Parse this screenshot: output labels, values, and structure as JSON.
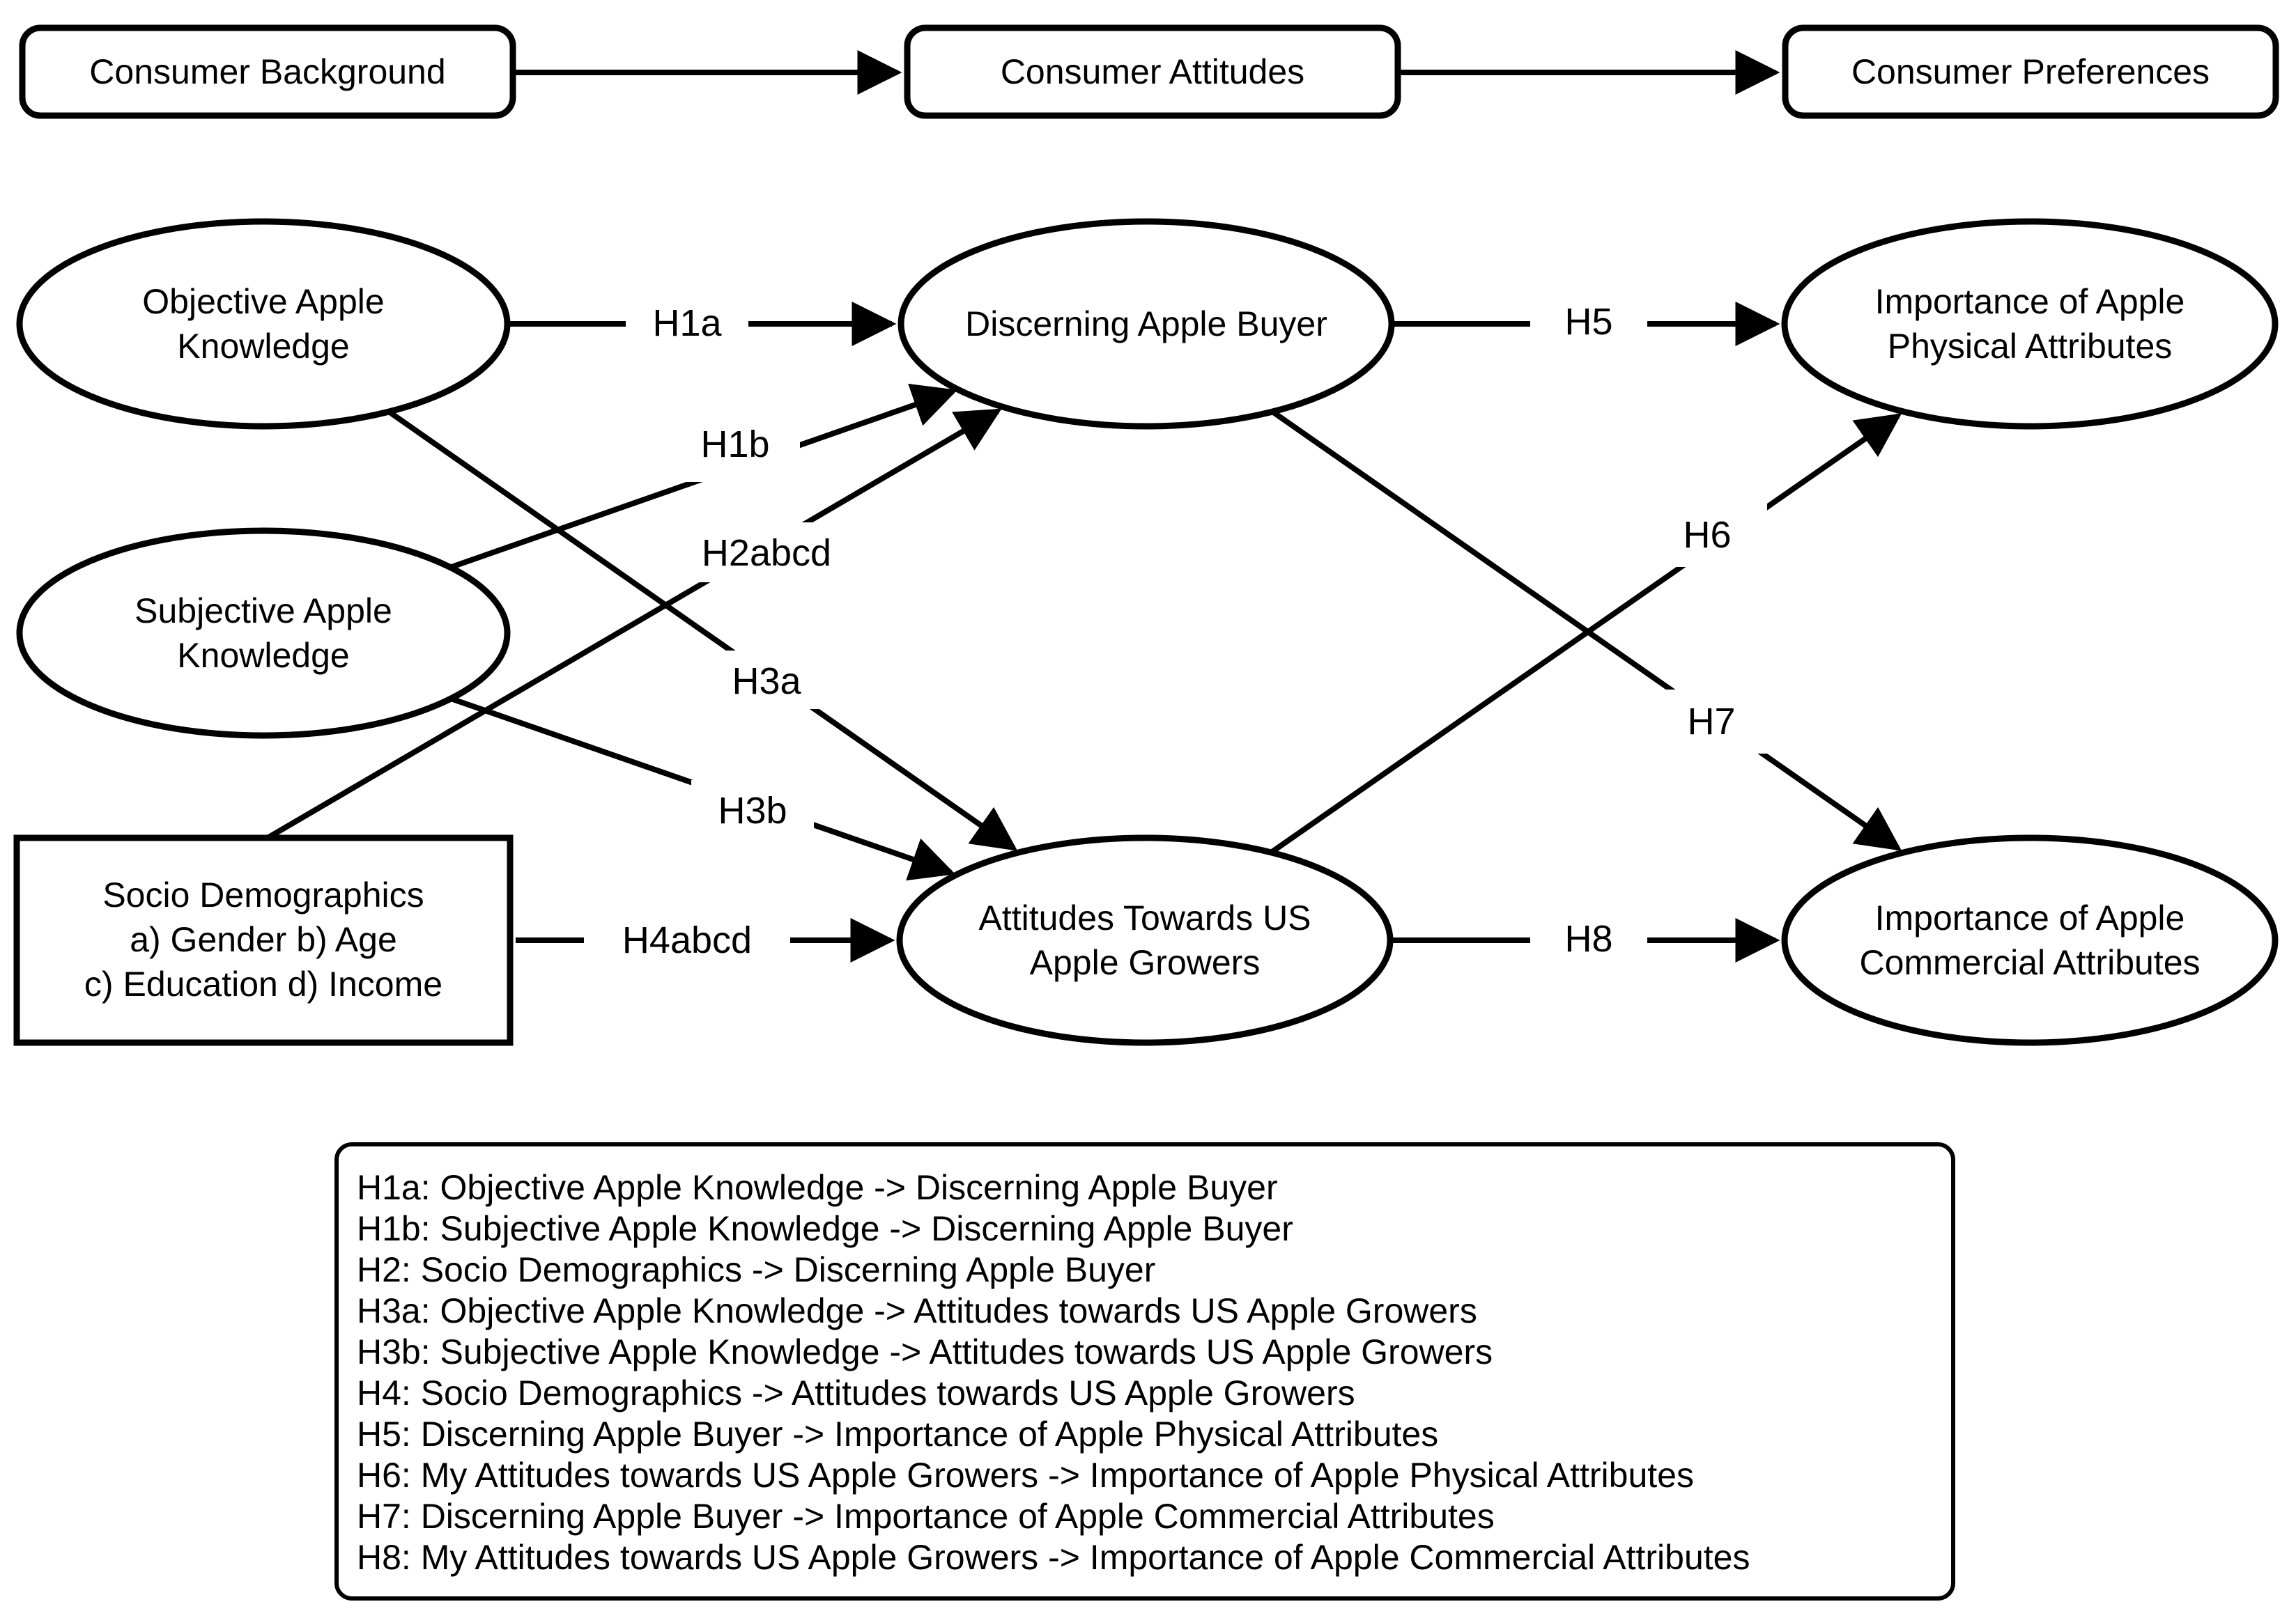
{
  "colors": {
    "ink": "#000000",
    "background": "#ffffff"
  },
  "top_flow": {
    "background_label": "Consumer Background",
    "attitudes_label": "Consumer Attitudes",
    "preferences_label": "Consumer Preferences"
  },
  "nodes": {
    "objective_apple_knowledge": {
      "line1": "Objective Apple",
      "line2": "Knowledge"
    },
    "subjective_apple_knowledge": {
      "line1": "Subjective Apple",
      "line2": "Knowledge"
    },
    "socio_demographics": {
      "line1": "Socio Demographics",
      "line2": "a) Gender b) Age",
      "line3": "c) Education d) Income"
    },
    "discerning_apple_buyer": {
      "line1": "Discerning Apple Buyer"
    },
    "attitudes_us_growers": {
      "line1": "Attitudes Towards US",
      "line2": "Apple Growers"
    },
    "importance_physical": {
      "line1": "Importance of Apple",
      "line2": "Physical Attributes"
    },
    "importance_commercial": {
      "line1": "Importance of Apple",
      "line2": "Commercial Attributes"
    }
  },
  "edge_labels": {
    "h1a": "H1a",
    "h1b": "H1b",
    "h2": "H2abcd",
    "h3a": "H3a",
    "h3b": "H3b",
    "h4": "H4abcd",
    "h5": "H5",
    "h6": "H6",
    "h7": "H7",
    "h8": "H8"
  },
  "legend": {
    "items": [
      "H1a: Objective Apple Knowledge -> Discerning Apple Buyer",
      "H1b: Subjective Apple Knowledge -> Discerning Apple Buyer",
      "H2: Socio Demographics -> Discerning Apple Buyer",
      "H3a: Objective Apple Knowledge -> Attitudes towards US Apple Growers",
      "H3b: Subjective Apple Knowledge -> Attitudes towards US Apple Growers",
      "H4: Socio Demographics -> Attitudes towards US Apple Growers",
      "H5: Discerning Apple Buyer -> Importance of Apple Physical Attributes",
      "H6: My Attitudes towards US Apple Growers -> Importance of Apple Physical Attributes",
      "H7: Discerning Apple Buyer -> Importance of Apple Commercial Attributes",
      "H8: My Attitudes towards US Apple Growers -> Importance of Apple Commercial Attributes"
    ]
  }
}
